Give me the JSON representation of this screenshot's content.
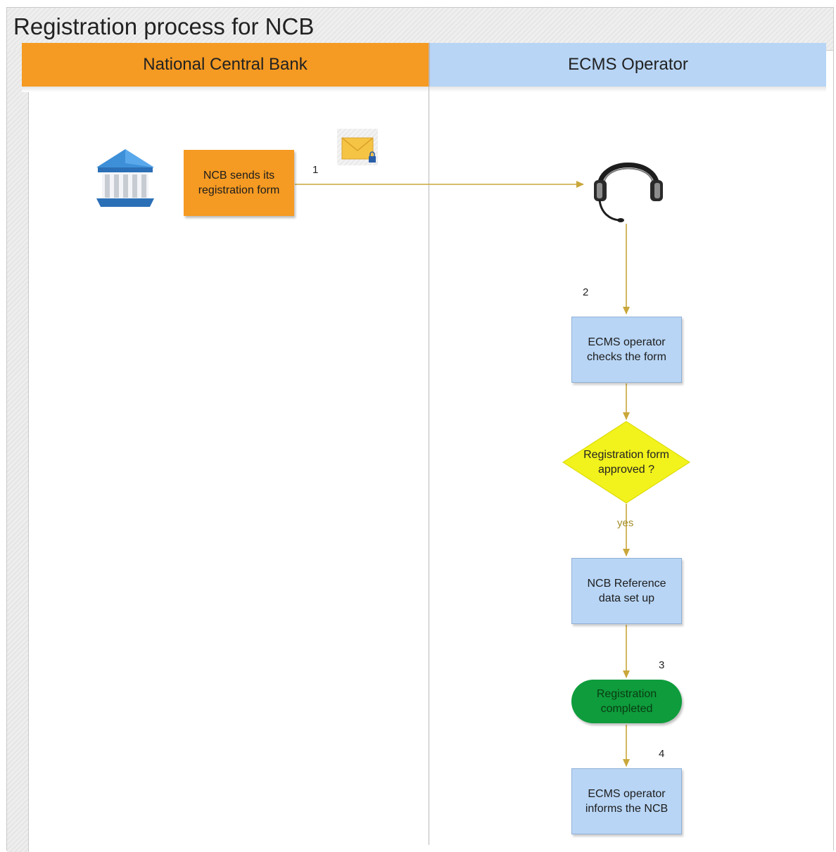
{
  "title": "Registration process for NCB",
  "lanes": {
    "ncb": "National Central Bank",
    "ecms": "ECMS Operator"
  },
  "nodes": {
    "ncb_sends": "NCB sends its\nregistration form",
    "operator_checks": "ECMS operator\nchecks the form",
    "decision": "Registration form\napproved ?",
    "reference_setup": "NCB Reference\ndata set up",
    "completed": "Registration\ncompleted",
    "informs": "ECMS operator\ninforms the NCB"
  },
  "steps": {
    "s1": "1",
    "s2": "2",
    "s3": "3",
    "s4": "4"
  },
  "edge_labels": {
    "yes": "yes"
  },
  "icons": [
    "bank-building-icon",
    "envelope-lock-icon",
    "headset-icon"
  ],
  "colors": {
    "ncb_lane": "#f59a22",
    "ecms_lane": "#b8d5f5",
    "process_box": "#b8d5f5",
    "decision": "#f2f21c",
    "terminal": "#0e9c3c",
    "connector": "#c9a73a"
  }
}
